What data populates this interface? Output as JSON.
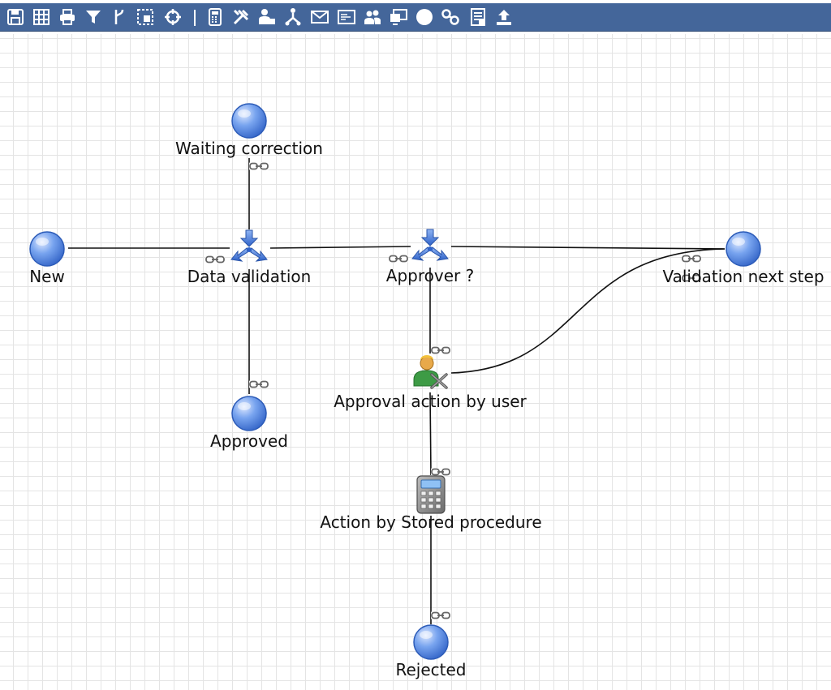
{
  "toolbar": {
    "items": [
      {
        "icon": "save-icon"
      },
      {
        "icon": "grid-icon"
      },
      {
        "icon": "print-icon"
      },
      {
        "icon": "filter-icon"
      },
      {
        "icon": "branch-icon"
      },
      {
        "icon": "select-area-icon"
      },
      {
        "icon": "center-icon"
      },
      {
        "icon": "separator"
      },
      {
        "icon": "calculator-icon"
      },
      {
        "icon": "tools-icon"
      },
      {
        "icon": "user-action-icon"
      },
      {
        "icon": "split-icon"
      },
      {
        "icon": "mail-icon"
      },
      {
        "icon": "window-icon"
      },
      {
        "icon": "users-icon"
      },
      {
        "icon": "monitor-icon"
      },
      {
        "icon": "circle-icon"
      },
      {
        "icon": "link-icon"
      },
      {
        "icon": "document-icon"
      },
      {
        "icon": "upload-icon"
      }
    ]
  },
  "colors": {
    "toolbar": "#44669a",
    "state_node": "#5b8ee6",
    "state_node_highlight": "#cfe0ff",
    "gateway": "#4a7fd6",
    "grid": "#e4e4e4"
  },
  "nodes": {
    "waiting_correction": {
      "label": "Waiting correction",
      "kind": "state"
    },
    "new": {
      "label": "New",
      "kind": "state"
    },
    "data_validation": {
      "label": "Data validation",
      "kind": "gateway"
    },
    "approver": {
      "label": "Approver ?",
      "kind": "gateway"
    },
    "validation_next_step": {
      "label": "Validation next step",
      "kind": "state"
    },
    "approval_action": {
      "label": "Approval action by user",
      "kind": "user-action"
    },
    "approved": {
      "label": "Approved",
      "kind": "state"
    },
    "stored_procedure": {
      "label": "Action by Stored procedure",
      "kind": "stored-procedure"
    },
    "rejected": {
      "label": "Rejected",
      "kind": "state"
    }
  }
}
